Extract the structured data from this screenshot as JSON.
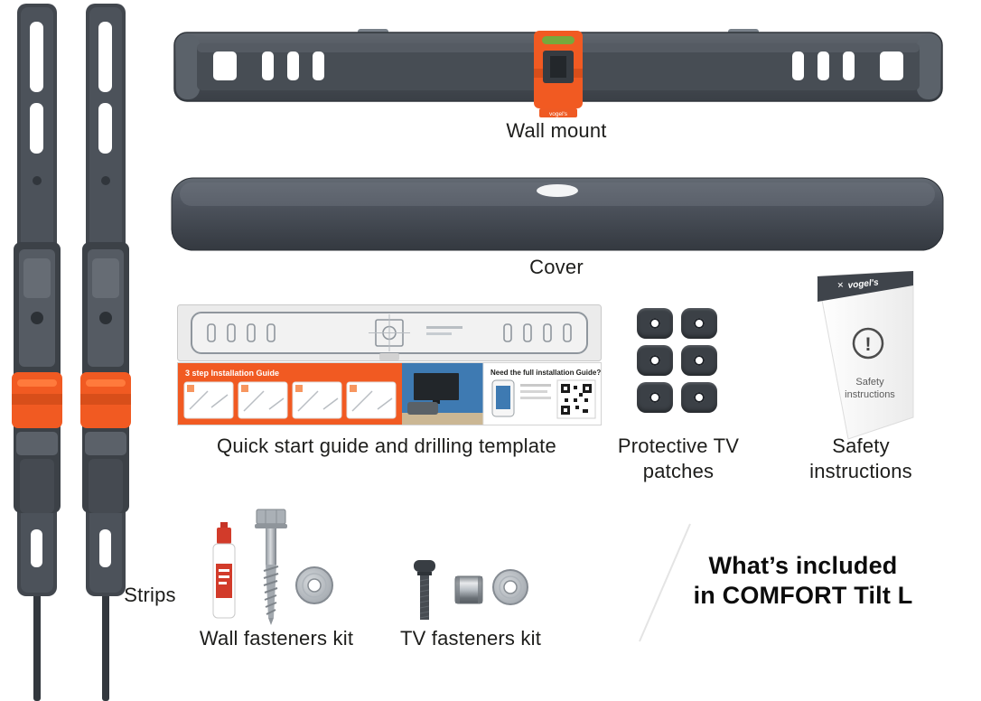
{
  "product": {
    "brand": "vogel's",
    "model": "COMFORT Tilt L"
  },
  "labels": {
    "wall_mount": "Wall mount",
    "cover": "Cover",
    "quick_start_guide": "Quick start guide and drilling template",
    "protective_patches_line1": "Protective TV",
    "protective_patches_line2": "patches",
    "safety_instructions_line1": "Safety",
    "safety_instructions_line2": "instructions",
    "strips": "Strips",
    "wall_fasteners_kit": "Wall fasteners kit",
    "tv_fasteners_kit": "TV fasteners kit"
  },
  "callout": {
    "line1": "What’s included",
    "line2": "in COMFORT Tilt L"
  },
  "guide": {
    "heading": "3 step Installation Guide",
    "question": "Need the full installation Guide?"
  },
  "safety_leaflet": {
    "brand": "vogel's",
    "warning_mark": "!",
    "line1": "Safety",
    "line2": "instructions"
  },
  "wall_mount_bar": {
    "brand_tab": "vogel's"
  },
  "icons": {
    "logo_mark": "✕"
  },
  "colors": {
    "accent_orange": "#F15A22",
    "dark_gray": "#41464D",
    "level_green": "#76A93C",
    "metal_gray": "#B4BAC0"
  }
}
